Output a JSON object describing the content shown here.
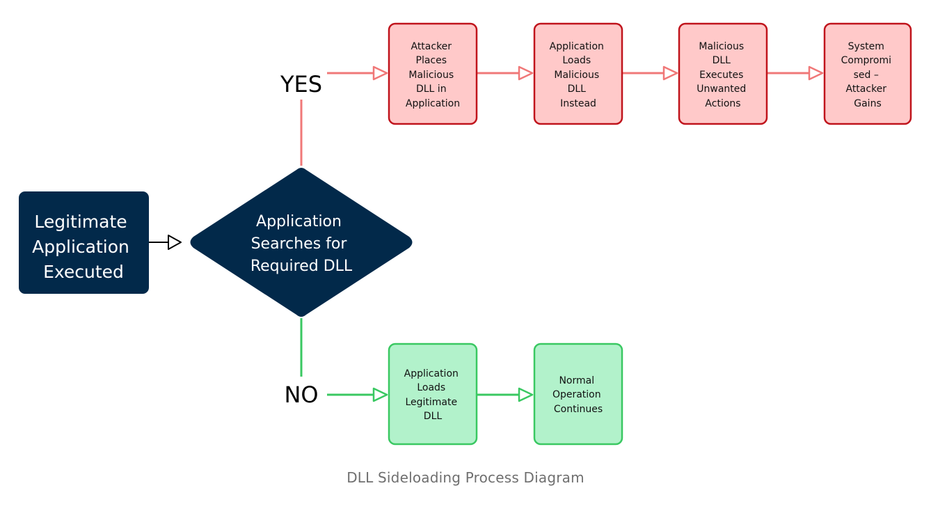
{
  "colors": {
    "start_fill": "#02294a",
    "decision_fill": "#02294a",
    "white_text": "#ffffff",
    "yes_fill": "#ffc9c9",
    "yes_stroke": "#c0141c",
    "yes_arrow": "#f07878",
    "no_fill": "#b2f2cb",
    "no_stroke": "#3ac862",
    "no_arrow": "#3ac862",
    "dark_text": "#111111",
    "caption": "#6f6f6f"
  },
  "start_node": {
    "lines": [
      "Legitimate",
      "Application",
      "Executed"
    ]
  },
  "decision_node": {
    "lines": [
      "Application",
      "Searches for",
      "Required DLL"
    ]
  },
  "branch_labels": {
    "yes": "YES",
    "no": "NO"
  },
  "yes_steps": [
    {
      "lines": [
        "Attacker",
        "Places",
        "Malicious",
        "DLL in",
        "Application"
      ]
    },
    {
      "lines": [
        "Application",
        "Loads",
        "Malicious",
        "DLL",
        "Instead"
      ]
    },
    {
      "lines": [
        "Malicious",
        "DLL",
        "Executes",
        "Unwanted",
        "Actions"
      ]
    },
    {
      "lines": [
        "System",
        "Compromi",
        "sed –",
        "Attacker",
        "Gains"
      ]
    }
  ],
  "no_steps": [
    {
      "lines": [
        "Application",
        "Loads",
        "Legitimate",
        "DLL"
      ]
    },
    {
      "lines": [
        "Normal",
        "Operation",
        "Continues"
      ]
    }
  ],
  "caption": "DLL Sideloading Process Diagram"
}
